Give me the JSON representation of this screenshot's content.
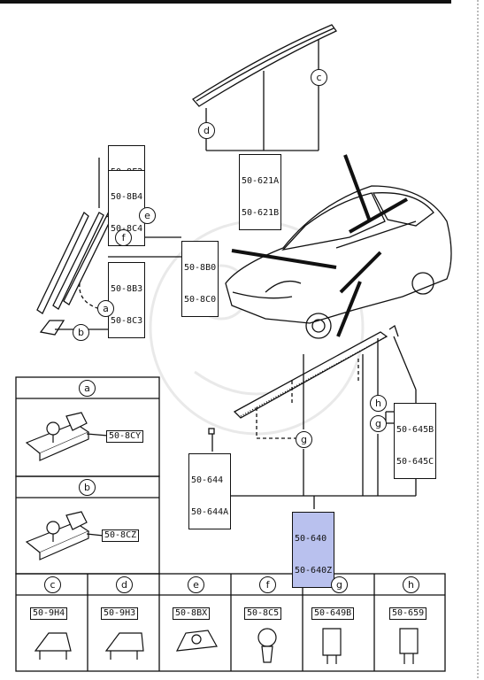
{
  "parts": {
    "p621": [
      "50-621A",
      "50-621B"
    ],
    "p8f2": "50-8F2",
    "p8b4": [
      "50-8B4",
      "50-8C4"
    ],
    "p8b0": [
      "50-8B0",
      "50-8C0"
    ],
    "p8b3": [
      "50-8B3",
      "50-8C3"
    ],
    "p645": [
      "50-645B",
      "50-645C"
    ],
    "p644": [
      "50-644",
      "50-644A"
    ],
    "p640": [
      "50-640",
      "50-640Z"
    ]
  },
  "callouts": [
    "a",
    "b",
    "c",
    "d",
    "e",
    "f",
    "g",
    "h"
  ],
  "detail_table": {
    "a": {
      "letter": "a",
      "part": "50-8CY"
    },
    "b": {
      "letter": "b",
      "part": "50-8CZ"
    },
    "cells": [
      {
        "letter": "c",
        "part": "50-9H4"
      },
      {
        "letter": "d",
        "part": "50-9H3"
      },
      {
        "letter": "e",
        "part": "50-8BX"
      },
      {
        "letter": "f",
        "part": "50-8C5"
      },
      {
        "letter": "g",
        "part": "50-649B"
      },
      {
        "letter": "h",
        "part": "50-659"
      }
    ]
  },
  "colors": {
    "highlight": "#b9c1ee",
    "ink": "#111111"
  }
}
